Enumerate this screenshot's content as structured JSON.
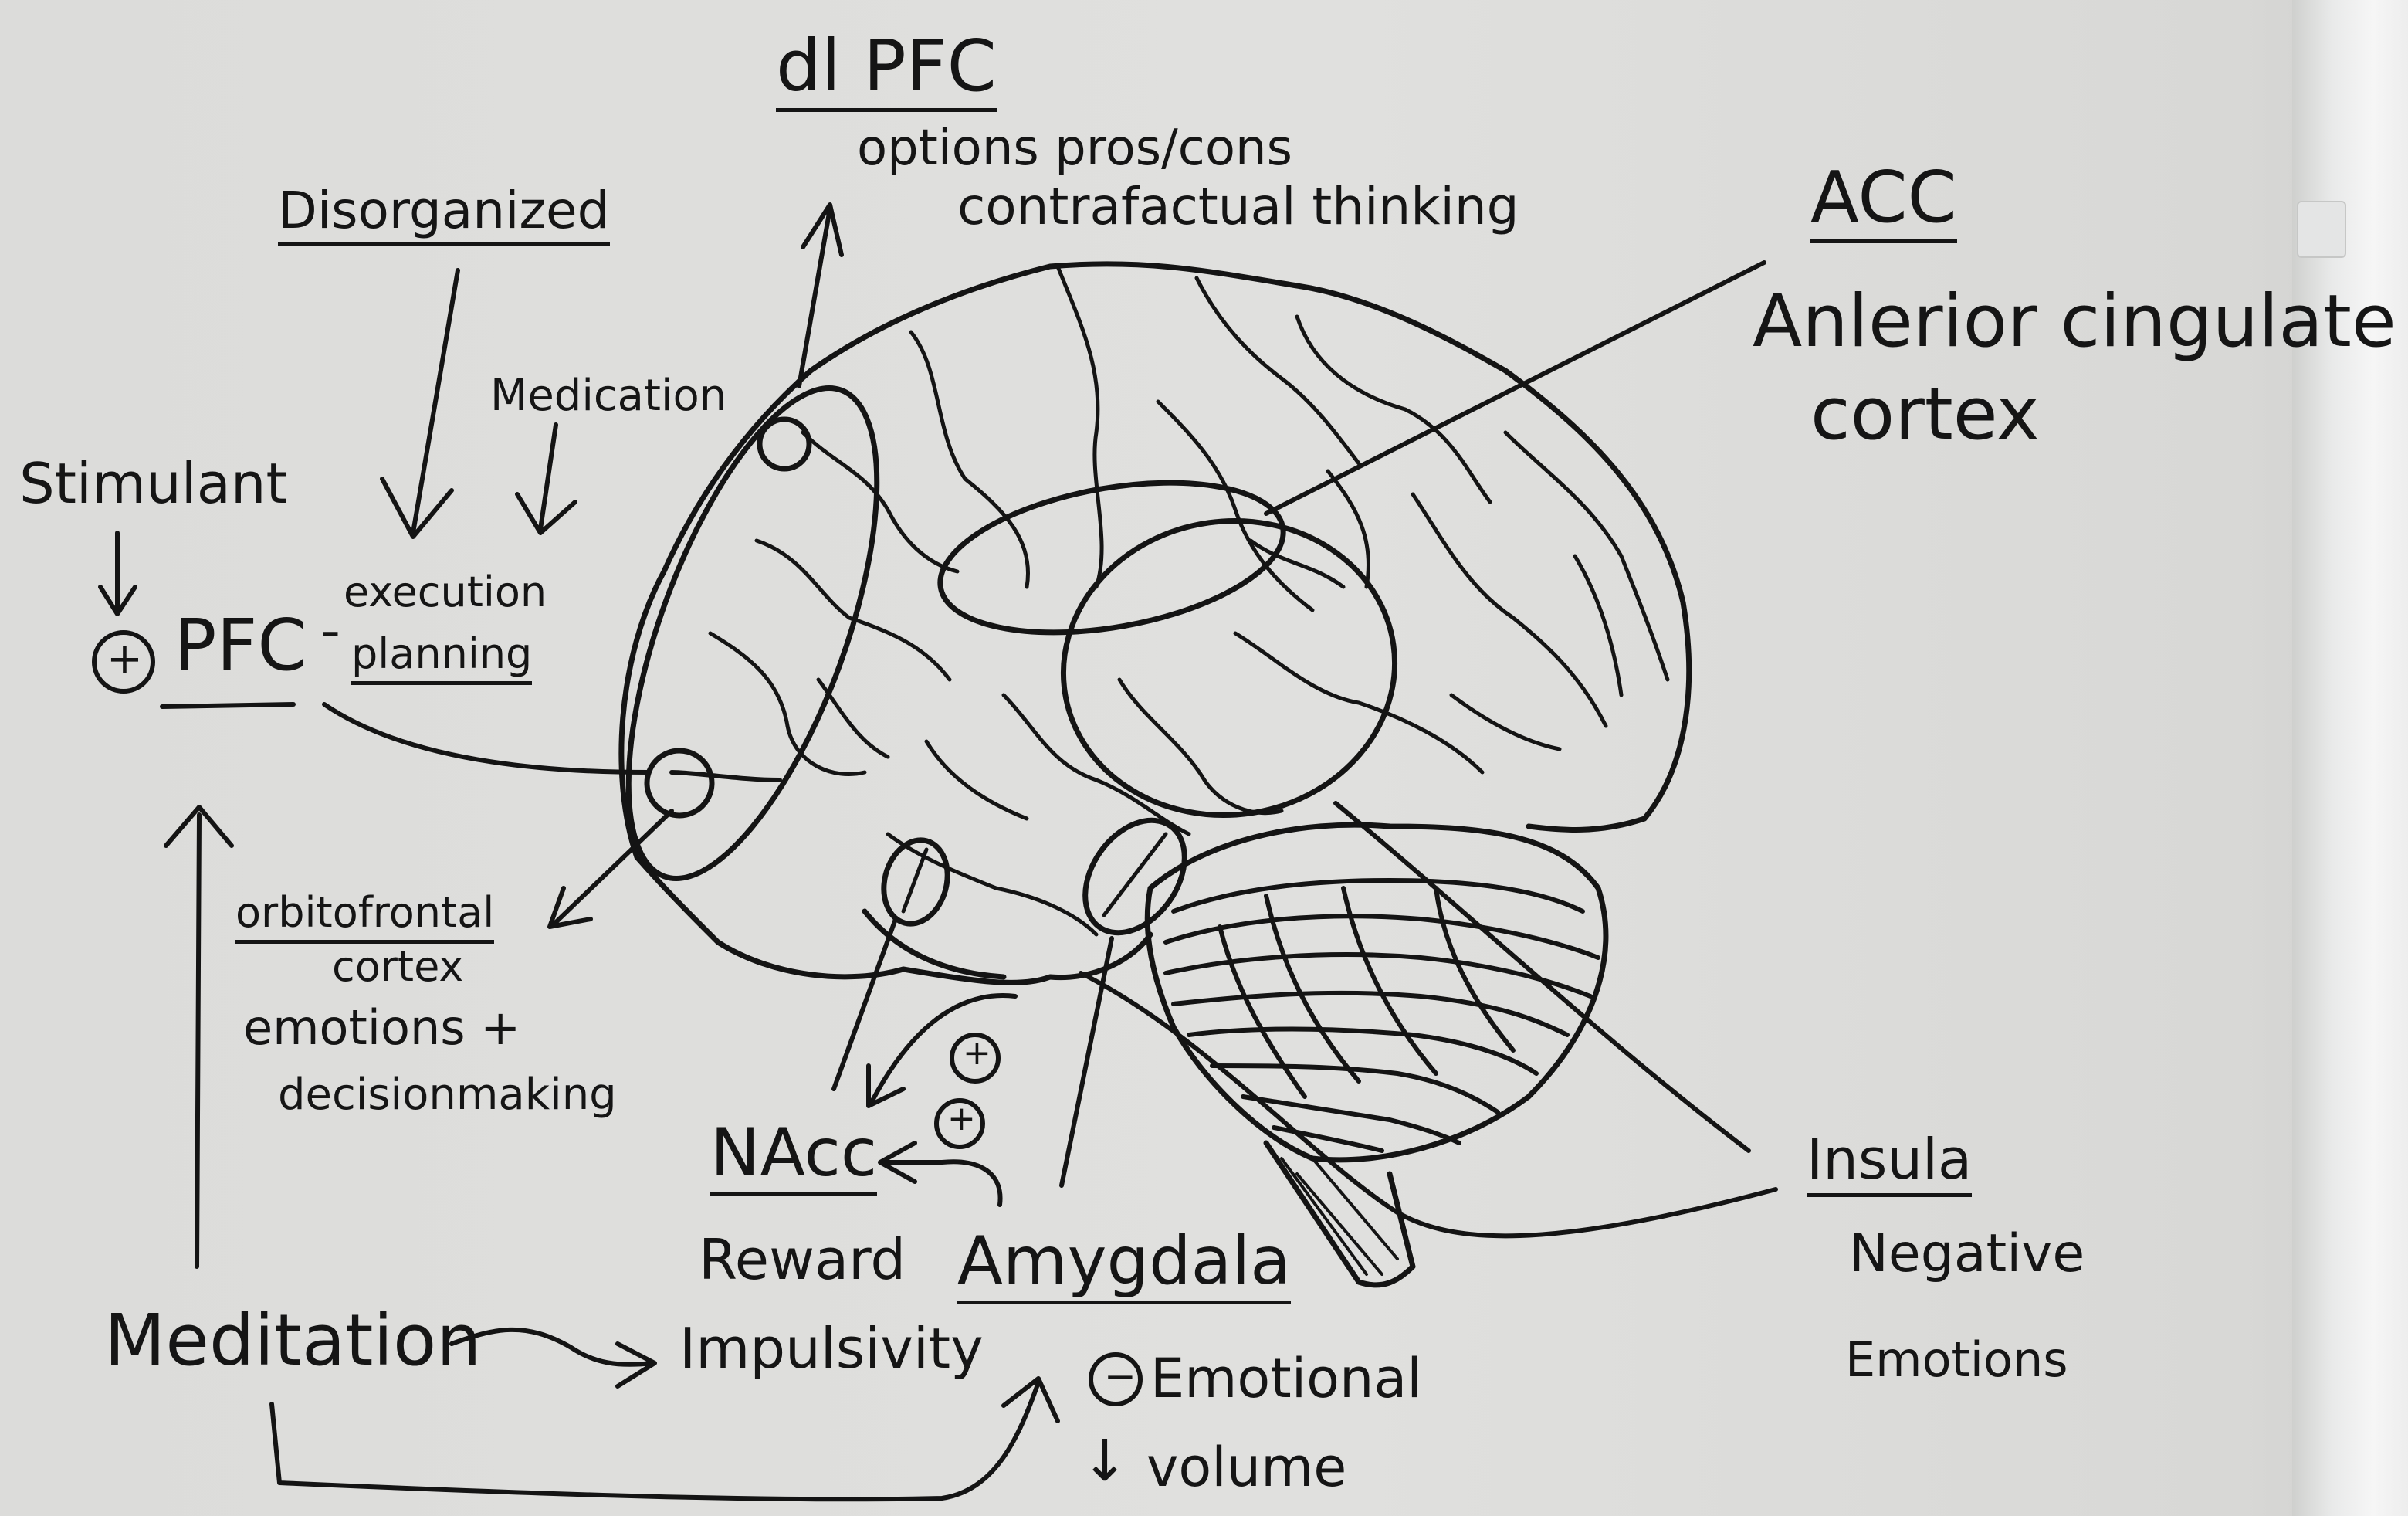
{
  "labels": {
    "dl_pfc": "dl PFC",
    "dl_pfc_line1": "options pros/cons",
    "dl_pfc_line2": "contrafactual thinking",
    "disorganized": "Disorganized",
    "medication": "Medication",
    "stimulant": "Stimulant",
    "plus_symbol": "+",
    "pfc": "PFC",
    "pfc_dash": "-",
    "execution": "execution",
    "planning": "planning",
    "acc": "ACC",
    "acc_full_1": "Anlerior cingulate",
    "acc_full_2": "cortex",
    "orbitofrontal": "orbitofrontal",
    "cortex": "cortex",
    "emotions_plus": "emotions +",
    "decision_making": "decisionmaking",
    "nacc": "NAcc",
    "plus_upper": "+",
    "plus_lower": "+",
    "reward": "Reward",
    "impulsivity": "Impulsivity",
    "amygdala": "Amygdala",
    "minus_symbol": "−",
    "emotional": "Emotional",
    "down_arrow": "↓",
    "volume": "volume",
    "insula": "Insula",
    "negative": "Negative",
    "emotions": "Emotions",
    "meditation": "Meditation"
  }
}
